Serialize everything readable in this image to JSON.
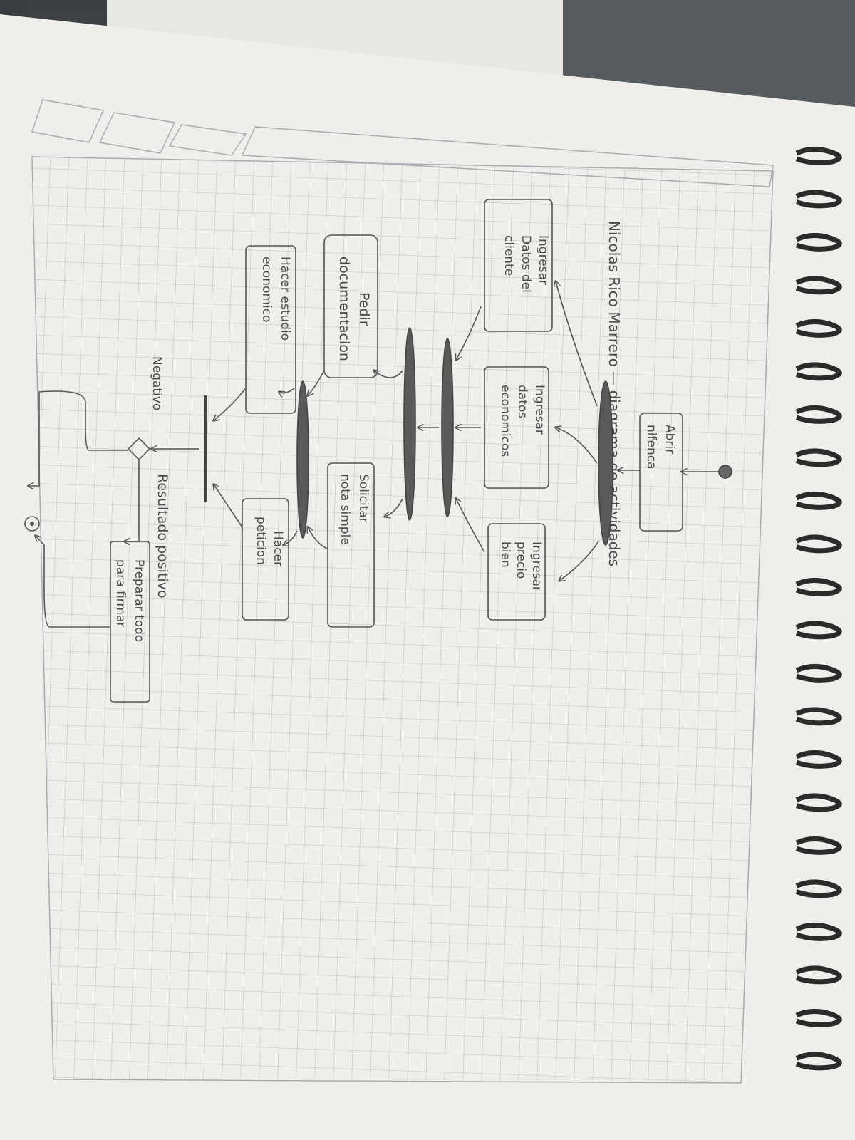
{
  "diagram": {
    "title": "Nicolas Rico Marrero — diagrama de actividades",
    "nodes": {
      "abrir": [
        "Abrir",
        "nifenca"
      ],
      "ingresar_cliente": [
        "Ingresar",
        "Datos del",
        "cliente"
      ],
      "ingresar_economicos": [
        "Ingresar",
        "datos",
        "economicos"
      ],
      "ingresar_precio": [
        "Ingresar",
        "precio",
        "bien"
      ],
      "pedir_doc": [
        "Pedir",
        "documentacion"
      ],
      "solicitar": [
        "Solicitar",
        "nota simple"
      ],
      "hacer_estudio": [
        "Hacer estudio",
        "economico"
      ],
      "hacer_peticion": [
        "Hacer",
        "peticion"
      ],
      "negativo": "Negativo",
      "positivo": "Resultado positivo",
      "preparar": [
        "Preparar todo",
        "para firmar"
      ]
    }
  },
  "colors": {
    "paper": "#efeeea",
    "grid": "#b9bcc0",
    "ink": "#555555",
    "bar": "#4d4d4d"
  }
}
